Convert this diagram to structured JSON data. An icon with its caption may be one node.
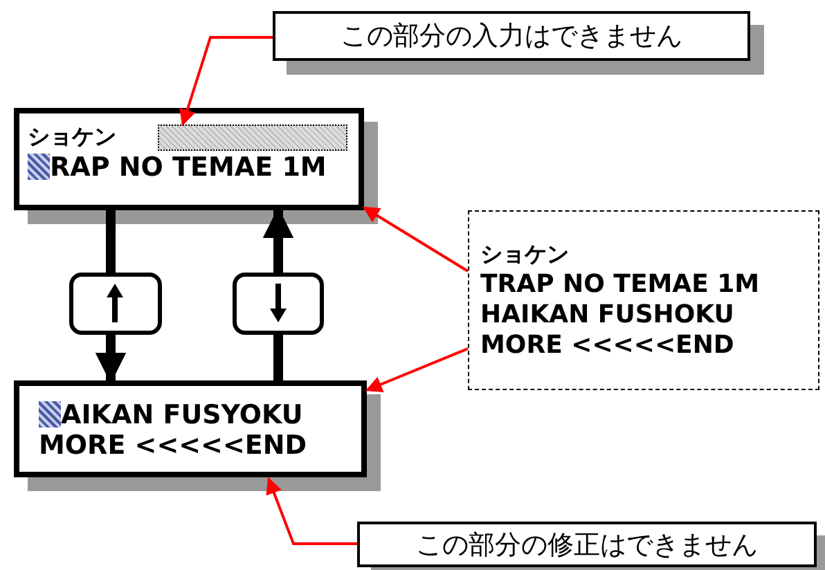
{
  "diagram": {
    "nodes": [
      {
        "text": [
          "この部分の入力はできません"
        ]
      },
      {
        "text": [
          "ショケン",
          "RAP NO TEMAE 1M"
        ]
      },
      {
        "text": [],
        "shape": "box",
        "in": 1
      },
      {
        "text": [],
        "shape": "box"
      },
      {
        "text": [],
        "shape": "box"
      },
      {
        "text": [
          "AIKAN FUSYOKU",
          "MORE <<<<<END"
        ]
      },
      {
        "text": [
          "ショケン",
          "TRAP NO TEMAE 1M",
          "HAIKAN FUSHOKU",
          "MORE <<<<<END"
        ]
      },
      {
        "text": [
          "この部分の修正はできません"
        ]
      }
    ],
    "edges": [
      {
        "from": 1,
        "to": 3,
        "arrow": "none",
        "style": "thick"
      },
      {
        "from": 3,
        "to": 5,
        "arrow": "to",
        "style": "thick"
      },
      {
        "from": 5,
        "to": 4,
        "arrow": "none",
        "style": "thick"
      },
      {
        "from": 4,
        "to": 1,
        "arrow": "to",
        "style": "thick"
      },
      {
        "from": 0,
        "to": 2,
        "arrow": "to",
        "color": "#ff0000"
      },
      {
        "from": 6,
        "to": 1,
        "arrow": "to",
        "color": "#ff0000"
      },
      {
        "from": 6,
        "to": 5,
        "arrow": "to",
        "color": "#ff0000"
      },
      {
        "from": 7,
        "to": 5,
        "arrow": "to",
        "color": "#ff0000"
      }
    ]
  }
}
